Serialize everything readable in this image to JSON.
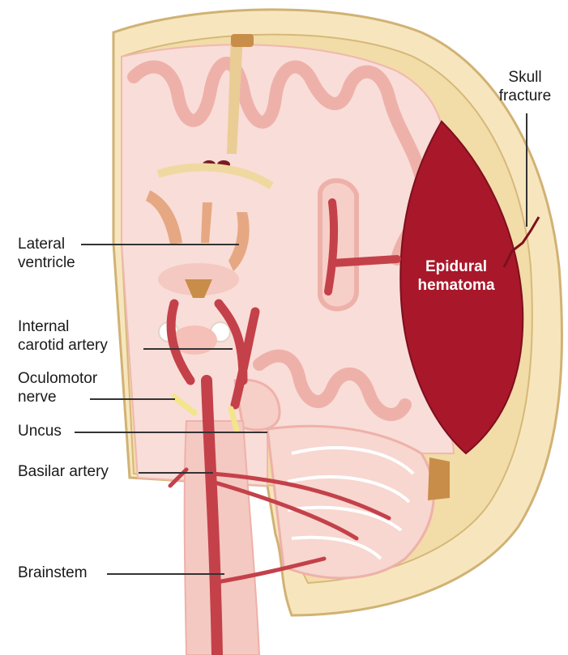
{
  "colors": {
    "skull": "#f2dfb1",
    "skull_outline": "#d6b87a",
    "brain_pink": "#f8d7d3",
    "brain_fold": "#eeb8b2",
    "artery": "#c4414a",
    "hematoma": "#a8182a",
    "ventricle": "#e3a77f",
    "nerve": "#f3e58a",
    "label_line": "#333333"
  },
  "labels": {
    "skull_fracture_1": "Skull",
    "skull_fracture_2": "fracture",
    "lateral_ventricle_1": "Lateral",
    "lateral_ventricle_2": "ventricle",
    "internal_carotid_1": "Internal",
    "internal_carotid_2": "carotid artery",
    "oculomotor_1": "Oculomotor",
    "oculomotor_2": "nerve",
    "uncus": "Uncus",
    "basilar_artery": "Basilar artery",
    "brainstem": "Brainstem",
    "hematoma_1": "Epidural",
    "hematoma_2": "hematoma"
  }
}
